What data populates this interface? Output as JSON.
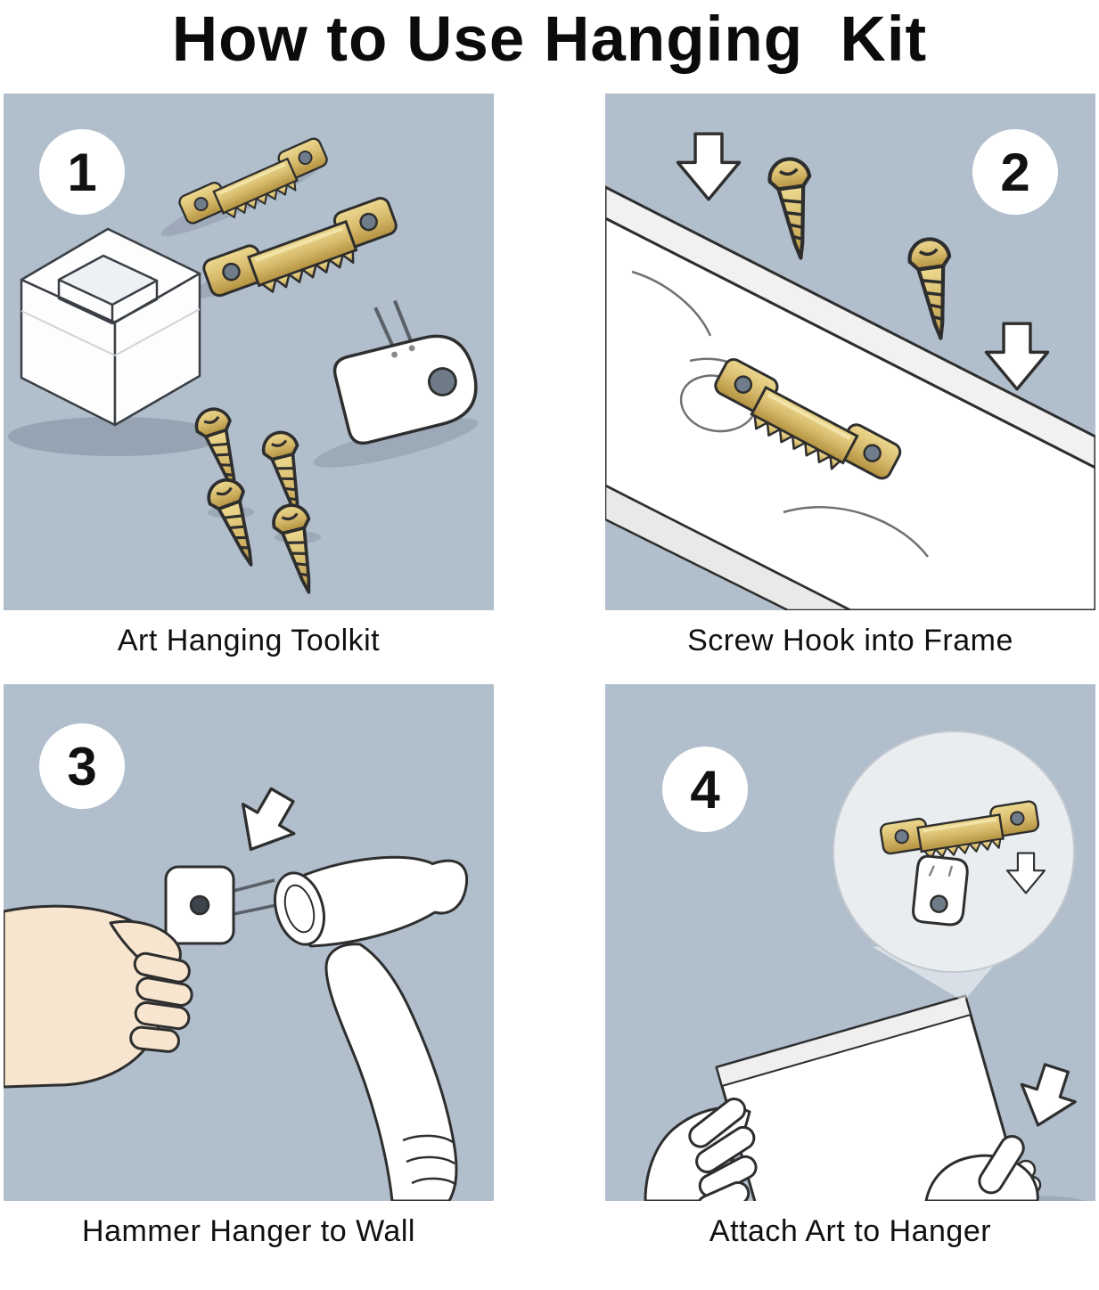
{
  "title": "How to Use Hanging  Kit",
  "panels": [
    {
      "number": "1",
      "caption": "Art Hanging Toolkit"
    },
    {
      "number": "2",
      "caption": "Screw Hook into Frame"
    },
    {
      "number": "3",
      "caption": "Hammer Hanger to Wall"
    },
    {
      "number": "4",
      "caption": "Attach Art to Hanger"
    }
  ],
  "colors": {
    "panel_background": "#b1becc",
    "brass": "#d8bb6d",
    "brass_highlight": "#ecd98f",
    "brass_shadow": "#b3923f",
    "outline": "#2e2e2e",
    "skin": "#f7e5cf",
    "white": "#ffffff"
  },
  "illustrations": {
    "panel1": [
      "storage-box",
      "sawtooth-hanger",
      "sawtooth-hanger",
      "screw",
      "screw",
      "screw",
      "screw",
      "wall-hook"
    ],
    "panel2": [
      "frame-board",
      "sawtooth-hanger",
      "screw",
      "screw",
      "down-arrow",
      "down-arrow"
    ],
    "panel3": [
      "hand",
      "wall-hook",
      "hammer",
      "down-arrow"
    ],
    "panel4": [
      "magnifier-circle",
      "sawtooth-hanger",
      "wall-hook",
      "down-arrow",
      "canvas",
      "hand",
      "hand",
      "down-arrow"
    ]
  }
}
